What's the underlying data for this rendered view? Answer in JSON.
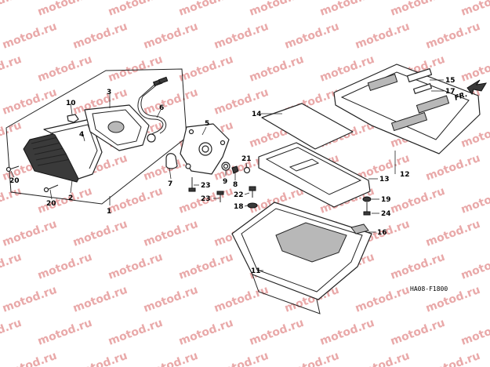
{
  "watermark_text": "motod.ru",
  "diagram_code": "HA08-F1800",
  "direction_label": "FR.",
  "callouts": {
    "c1": "1",
    "c2": "2",
    "c3": "3",
    "c4": "4",
    "c5": "5",
    "c6": "6",
    "c7": "7",
    "c8": "8",
    "c9": "9",
    "c10": "10",
    "c11": "11",
    "c12": "12",
    "c13": "13",
    "c14": "14",
    "c15": "15",
    "c16": "16",
    "c17": "17",
    "c18": "18",
    "c19": "19",
    "c20a": "20",
    "c20b": "20",
    "c21": "21",
    "c22": "22",
    "c23a": "23",
    "c23b": "23",
    "c24": "24"
  },
  "colors": {
    "watermark": "#e9a9a9",
    "ink": "#222222"
  }
}
